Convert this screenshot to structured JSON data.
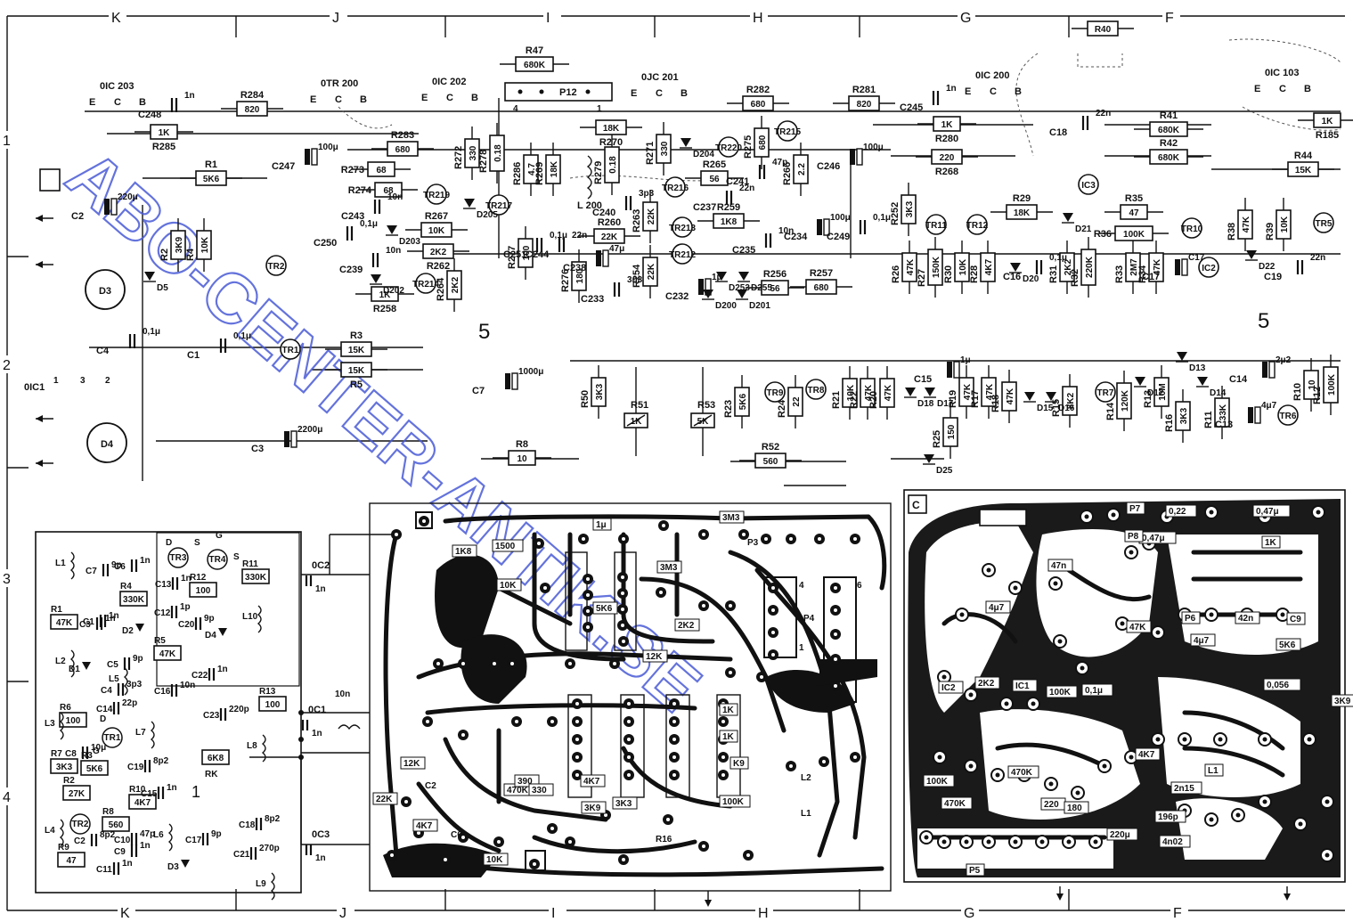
{
  "grid": {
    "top": [
      "K",
      "J",
      "I",
      "H",
      "G",
      "F"
    ],
    "bottom": [
      "K",
      "J",
      "I",
      "H",
      "G",
      "F"
    ],
    "left": [
      "1",
      "2",
      "3",
      "4"
    ]
  },
  "section_marks": [
    "5",
    "5"
  ],
  "corner_tag": "C",
  "watermark": "ABO-CENTER-ANTIK.SE",
  "sockets": [
    {
      "label": "0IC 203",
      "pins": [
        "E",
        "C",
        "B"
      ]
    },
    {
      "label": "0TR 200",
      "pins": [
        "E",
        "C",
        "B"
      ]
    },
    {
      "label": "0IC 202",
      "pins": [
        "E",
        "C",
        "B"
      ]
    },
    {
      "label": "0JC 201",
      "pins": [
        "E",
        "C",
        "B"
      ]
    },
    {
      "label": "0IC 200",
      "pins": [
        "E",
        "C",
        "B"
      ]
    },
    {
      "label": "0IC 103",
      "pins": [
        "E",
        "C",
        "B"
      ]
    }
  ],
  "resistors_top": [
    {
      "name": "R47",
      "value": "680K"
    },
    {
      "name": "R284",
      "value": "820"
    },
    {
      "name": "R285",
      "value": "1K"
    },
    {
      "name": "R1",
      "value": "5K6"
    },
    {
      "name": "R283",
      "value": "680"
    },
    {
      "name": "R282",
      "value": "680"
    },
    {
      "name": "R281",
      "value": "820"
    },
    {
      "name": "R270",
      "value": "18K"
    },
    {
      "name": "R280",
      "value": "1K"
    },
    {
      "name": "R268",
      "value": "220"
    },
    {
      "name": "R41",
      "value": "680K"
    },
    {
      "name": "R42",
      "value": "680K"
    },
    {
      "name": "R44",
      "value": "15K"
    },
    {
      "name": "R185",
      "value": "1K"
    },
    {
      "name": "R273",
      "value": "68"
    },
    {
      "name": "R274",
      "value": "68"
    },
    {
      "name": "R267",
      "value": "10K"
    },
    {
      "name": "R262",
      "value": "2K2"
    },
    {
      "name": "R258",
      "value": "1K"
    },
    {
      "name": "R260",
      "value": "22K"
    },
    {
      "name": "R265",
      "value": "56"
    },
    {
      "name": "R259",
      "value": "1K8"
    },
    {
      "name": "R29",
      "value": "18K"
    },
    {
      "name": "R35",
      "value": "47"
    },
    {
      "name": "R36",
      "value": "100K"
    },
    {
      "name": "R256",
      "value": "56"
    },
    {
      "name": "R257",
      "value": "680"
    },
    {
      "name": "R3",
      "value": "15K"
    },
    {
      "name": "R5",
      "value": "15K"
    },
    {
      "name": "R8",
      "value": "10"
    },
    {
      "name": "R52",
      "value": "560"
    },
    {
      "name": "R40",
      "value": "R40"
    }
  ],
  "resistors_vertical": [
    {
      "name": "R272",
      "value": "330"
    },
    {
      "name": "R278",
      "value": "0.18"
    },
    {
      "name": "R286",
      "value": "4.7"
    },
    {
      "name": "R269",
      "value": "18K"
    },
    {
      "name": "R279",
      "value": "0.18"
    },
    {
      "name": "R271",
      "value": "330"
    },
    {
      "name": "R275",
      "value": "680"
    },
    {
      "name": "R266",
      "value": "2.2"
    },
    {
      "name": "R252",
      "value": "3K3"
    },
    {
      "name": "R263",
      "value": "22K"
    },
    {
      "name": "R254",
      "value": "22K"
    },
    {
      "name": "R264",
      "value": "2K2"
    },
    {
      "name": "R276",
      "value": "180"
    },
    {
      "name": "R277",
      "value": "100"
    },
    {
      "name": "R2",
      "value": "3K9"
    },
    {
      "name": "R4",
      "value": "10K"
    },
    {
      "name": "R50",
      "value": "3K3"
    },
    {
      "name": "R23",
      "value": "5K6"
    },
    {
      "name": "R24",
      "value": "22"
    },
    {
      "name": "R21",
      "value": "10K"
    },
    {
      "name": "R22",
      "value": "47K"
    },
    {
      "name": "R20",
      "value": "47K"
    },
    {
      "name": "R19",
      "value": "47K"
    },
    {
      "name": "R17",
      "value": "47K"
    },
    {
      "name": "R18",
      "value": "47K"
    },
    {
      "name": "R15",
      "value": "8K2"
    },
    {
      "name": "R14",
      "value": "120K"
    },
    {
      "name": "R13",
      "value": "10M"
    },
    {
      "name": "R16",
      "value": "3K3"
    },
    {
      "name": "R11",
      "value": "33K"
    },
    {
      "name": "R10",
      "value": "10"
    },
    {
      "name": "R12",
      "value": "100K"
    },
    {
      "name": "R25",
      "value": "150"
    },
    {
      "name": "R26",
      "value": "47K"
    },
    {
      "name": "R27",
      "value": "150K"
    },
    {
      "name": "R30",
      "value": "10K"
    },
    {
      "name": "R28",
      "value": "4K7"
    },
    {
      "name": "R31",
      "value": "2K2"
    },
    {
      "name": "R32",
      "value": "220K"
    },
    {
      "name": "R33",
      "value": "2M7"
    },
    {
      "name": "R34",
      "value": "47K"
    },
    {
      "name": "R38",
      "value": "47K"
    },
    {
      "name": "R39",
      "value": "10K"
    }
  ],
  "trimmers": [
    {
      "name": "R51",
      "value": "1K"
    },
    {
      "name": "R53",
      "value": "5K"
    }
  ],
  "capacitors_top": [
    {
      "name": "C248",
      "value": "1n"
    },
    {
      "name": "C247",
      "value": "100μ"
    },
    {
      "name": "C2",
      "value": "220μ"
    },
    {
      "name": "C243",
      "value": "10n"
    },
    {
      "name": "C250",
      "value": "0,1μ"
    },
    {
      "name": "C239",
      "value": "10n"
    },
    {
      "name": "C240",
      "value": "3p3"
    },
    {
      "name": "C245",
      "value": "1n"
    },
    {
      "name": "C246",
      "value": "100μ"
    },
    {
      "name": "C241",
      "value": "47p"
    },
    {
      "name": "C237",
      "value": "22n"
    },
    {
      "name": "C18",
      "value": "22n"
    },
    {
      "name": "C234",
      "value": "100μ"
    },
    {
      "name": "C235",
      "value": "10n"
    },
    {
      "name": "C249",
      "value": "0,1μ"
    },
    {
      "name": "C251",
      "value": "0,1μ"
    },
    {
      "name": "C244",
      "value": "22n"
    },
    {
      "name": "C238",
      "value": "47μ"
    },
    {
      "name": "C233",
      "value": "3n3"
    },
    {
      "name": "C232",
      "value": "1μ"
    },
    {
      "name": "C4",
      "value": "0,1μ"
    },
    {
      "name": "C1",
      "value": "0,1μ"
    },
    {
      "name": "C3",
      "value": "2200μ"
    },
    {
      "name": "C7",
      "value": "1000μ"
    },
    {
      "name": "C15",
      "value": "1μ"
    },
    {
      "name": "C14",
      "value": "2μ2"
    },
    {
      "name": "C13",
      "value": "4μ7"
    },
    {
      "name": "C16",
      "value": "0,1μ"
    },
    {
      "name": "C17",
      "value": "C17"
    },
    {
      "name": "C19",
      "value": "22n"
    }
  ],
  "transistors_top": [
    "TR219",
    "TR217",
    "TR214",
    "TR216",
    "TR220",
    "TR215",
    "TR213",
    "TR212",
    "TR2",
    "TR1",
    "TR11",
    "TR12",
    "TR10",
    "TR9",
    "TR8",
    "TR7",
    "TR6",
    "TR5",
    "IC3",
    "IC2",
    "IC1"
  ],
  "diodes_top": [
    "D205",
    "D204",
    "D203",
    "D202",
    "D5",
    "D200",
    "D201",
    "D253",
    "D255",
    "D18",
    "D17",
    "D15",
    "D16",
    "D12",
    "D13",
    "D14",
    "D21",
    "D20",
    "D22",
    "D25"
  ],
  "misc_top": [
    {
      "name": "P12",
      "pins": [
        "4",
        "1"
      ]
    },
    {
      "name": "L200",
      "value": "L 200"
    },
    {
      "name": "D3",
      "value": "D3"
    },
    {
      "name": "D4",
      "value": "D4"
    },
    {
      "name": "0IC1",
      "pins": [
        "1",
        "3",
        "2"
      ]
    }
  ],
  "tuner": {
    "title": "1",
    "transistors": [
      "TR3",
      "TR4",
      "TR1",
      "TR2"
    ],
    "pins": [
      "D",
      "S",
      "G",
      "S",
      "D",
      "G"
    ],
    "parts": [
      {
        "name": "C7",
        "value": "9p"
      },
      {
        "name": "C6",
        "value": "1n"
      },
      {
        "name": "R11",
        "value": "330K"
      },
      {
        "name": "R4",
        "value": "330K"
      },
      {
        "name": "C13",
        "value": "1n"
      },
      {
        "name": "R12",
        "value": "100"
      },
      {
        "name": "C12",
        "value": "1p"
      },
      {
        "name": "R1",
        "value": "47K"
      },
      {
        "name": "C1",
        "value": "1n"
      },
      {
        "name": "C3",
        "value": "1n"
      },
      {
        "name": "C20",
        "value": "9p"
      },
      {
        "name": "R5",
        "value": "47K"
      },
      {
        "name": "C5",
        "value": "9p"
      },
      {
        "name": "C22",
        "value": "1n"
      },
      {
        "name": "C4",
        "value": "3p3"
      },
      {
        "name": "C16",
        "value": "10n"
      },
      {
        "name": "R13",
        "value": "100"
      },
      {
        "name": "R6",
        "value": "100"
      },
      {
        "name": "C14",
        "value": "22p"
      },
      {
        "name": "C23",
        "value": "220p"
      },
      {
        "name": "C8",
        "value": "10μ"
      },
      {
        "name": "R7",
        "value": "3K3"
      },
      {
        "name": "R3",
        "value": "5K6"
      },
      {
        "name": "C19",
        "value": "8p2"
      },
      {
        "name": "RK",
        "value": "6K8"
      },
      {
        "name": "R2",
        "value": "27K"
      },
      {
        "name": "R10",
        "value": "4K7"
      },
      {
        "name": "C15",
        "value": "1n"
      },
      {
        "name": "R8",
        "value": "560"
      },
      {
        "name": "C10",
        "value": "47p"
      },
      {
        "name": "C2",
        "value": "8p2"
      },
      {
        "name": "C9",
        "value": "1n"
      },
      {
        "name": "R9",
        "value": "47"
      },
      {
        "name": "C11",
        "value": "1n"
      },
      {
        "name": "C17",
        "value": "9p"
      },
      {
        "name": "C18",
        "value": "8p2"
      },
      {
        "name": "C21",
        "value": "270p"
      },
      {
        "name": "D1",
        "value": "D1"
      },
      {
        "name": "D2",
        "value": "D2"
      },
      {
        "name": "D3",
        "value": "D3"
      },
      {
        "name": "D4",
        "value": "D4"
      }
    ],
    "coils": [
      "L1",
      "L2",
      "L3",
      "L4",
      "L5",
      "L6",
      "L7",
      "L8",
      "L9",
      "L10"
    ],
    "outputs": [
      {
        "name": "0C2",
        "value": "1n"
      },
      {
        "name": "0C1",
        "value": "1n"
      },
      {
        "name": "0C3",
        "value": "1n"
      }
    ],
    "extra": [
      {
        "name": "C10n",
        "value": "10n"
      }
    ]
  },
  "pcb_center": {
    "labels": [
      {
        "name": "R29",
        "value": "3M3"
      },
      {
        "name": "P3",
        "value": "P3"
      },
      {
        "name": "C15",
        "value": "1μ"
      },
      {
        "name": "R10",
        "value": "1500"
      },
      {
        "name": "R1",
        "value": "1K8"
      },
      {
        "name": "R17",
        "value": "10K"
      },
      {
        "name": "R30",
        "value": "3M3"
      },
      {
        "name": "R9",
        "value": "5K6"
      },
      {
        "name": "R22",
        "value": "2K2"
      },
      {
        "name": "R20",
        "value": "12K"
      },
      {
        "name": "P4",
        "value": "P4"
      },
      {
        "name": "R27",
        "value": "1K"
      },
      {
        "name": "R28",
        "value": "1K"
      },
      {
        "name": "R18",
        "value": "K9"
      },
      {
        "name": "R24",
        "value": "100K"
      },
      {
        "name": "R16",
        "value": "R16"
      },
      {
        "name": "R8",
        "value": "10K"
      },
      {
        "name": "R1b",
        "value": "22K"
      },
      {
        "name": "R2",
        "value": "12K"
      },
      {
        "name": "R3",
        "value": "4K7"
      },
      {
        "name": "R4",
        "value": "3K3"
      },
      {
        "name": "R5",
        "value": "470K"
      },
      {
        "name": "R6",
        "value": "390"
      },
      {
        "name": "R7",
        "value": "330"
      },
      {
        "name": "R11",
        "value": "4K7"
      },
      {
        "name": "R12",
        "value": "3K9"
      },
      {
        "name": "C2",
        "value": "C2"
      },
      {
        "name": "C6",
        "value": "C6"
      },
      {
        "name": "L1",
        "value": "L1"
      },
      {
        "name": "L2",
        "value": "L2"
      }
    ],
    "connector": [
      "4",
      "1",
      "6"
    ]
  },
  "pcb_right": {
    "labels": [
      {
        "name": "P7",
        "value": "P7"
      },
      {
        "name": "C12",
        "value": "0,22"
      },
      {
        "name": "C13",
        "value": "0,47μ"
      },
      {
        "name": "R7",
        "value": "1K"
      },
      {
        "name": "C11",
        "value": "0,47μ"
      },
      {
        "name": "P8",
        "value": "P8"
      },
      {
        "name": "C4",
        "value": "47n"
      },
      {
        "name": "C3",
        "value": "4μ7"
      },
      {
        "name": "R1",
        "value": "47K"
      },
      {
        "name": "P6",
        "value": "P6"
      },
      {
        "name": "C6",
        "value": "42n"
      },
      {
        "name": "C9",
        "value": "C9"
      },
      {
        "name": "R8",
        "value": "5K6"
      },
      {
        "name": "C7",
        "value": "4μ7"
      },
      {
        "name": "R4",
        "value": "2K2"
      },
      {
        "name": "IC2",
        "value": "IC2"
      },
      {
        "name": "IC1",
        "value": "IC1"
      },
      {
        "name": "C31",
        "value": "0,1μ"
      },
      {
        "name": "R16",
        "value": "100K"
      },
      {
        "name": "C23",
        "value": "0,056"
      },
      {
        "name": "R19",
        "value": "4K7"
      },
      {
        "name": "R14",
        "value": "100K"
      },
      {
        "name": "R15",
        "value": "470K"
      },
      {
        "name": "R22",
        "value": "470K"
      },
      {
        "name": "R23",
        "value": "220"
      },
      {
        "name": "R24",
        "value": "180"
      },
      {
        "name": "C32",
        "value": "220μ"
      },
      {
        "name": "C20",
        "value": "196p"
      },
      {
        "name": "C22",
        "value": "4n02"
      },
      {
        "name": "C21",
        "value": "2n15"
      },
      {
        "name": "P5",
        "value": "P5"
      },
      {
        "name": "L1",
        "value": "L1"
      },
      {
        "name": "R9",
        "value": "3K9"
      }
    ]
  }
}
